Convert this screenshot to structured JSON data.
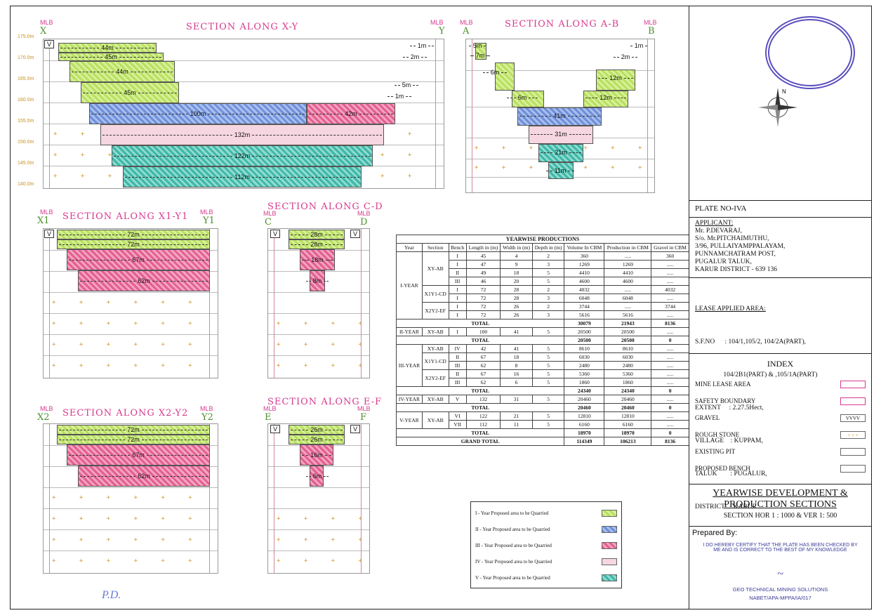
{
  "sections": {
    "xy": {
      "title": "SECTION ALONG X-Y",
      "left_mlb": "MLB",
      "right_mlb": "MLB",
      "left_pt": "X",
      "right_pt": "Y",
      "dims": [
        "44m",
        "45m",
        "44m",
        "45m",
        "100m",
        "42m",
        "132m",
        "122m",
        "112m",
        "1m",
        "2m",
        "5m",
        "1m"
      ]
    },
    "ab": {
      "title": "SECTION ALONG A-B",
      "left_mlb": "MLB",
      "right_mlb": "MLB",
      "left_pt": "A",
      "right_pt": "B",
      "dims": [
        "5m",
        "7m",
        "6m",
        "6m",
        "1m",
        "2m",
        "12m",
        "12m",
        "41m",
        "31m",
        "21m",
        "11m"
      ]
    },
    "x1y1": {
      "title": "SECTION ALONG X1-Y1",
      "left_mlb": "MLB",
      "right_mlb": "MLB",
      "left_pt": "X1",
      "right_pt": "Y1",
      "dims": [
        "72m",
        "72m",
        "67m",
        "62m"
      ]
    },
    "cd": {
      "title": "SECTION ALONG C-D",
      "left_mlb": "MLB",
      "right_mlb": "MLB",
      "left_pt": "C",
      "right_pt": "D",
      "dims": [
        "28m",
        "28m",
        "18m",
        "8m"
      ]
    },
    "x2y2": {
      "title": "SECTION ALONG X2-Y2",
      "left_mlb": "MLB",
      "right_mlb": "MLB",
      "left_pt": "X2",
      "right_pt": "Y2",
      "dims": [
        "72m",
        "72m",
        "67m",
        "62m"
      ]
    },
    "ef": {
      "title": "SECTION ALONG E-F",
      "left_mlb": "MLB",
      "right_mlb": "MLB",
      "left_pt": "E",
      "right_pt": "F",
      "dims": [
        "26m",
        "26m",
        "16m",
        "6m"
      ]
    }
  },
  "rl_labels": [
    "175.0m",
    "170.0m",
    "165.0m",
    "160.0m",
    "155.0m",
    "150.0m",
    "145.0m",
    "140.0m"
  ],
  "table": {
    "caption": "YEARWISE PRODUCTIONS",
    "headers": [
      "Year",
      "Section",
      "Bench",
      "Length in (m)",
      "Width in (m)",
      "Depth in (m)",
      "Volume In CBM",
      "Production in CBM",
      "Gravel in CBM"
    ],
    "rows": [
      [
        "I-YEAR",
        "XY-AB",
        "I",
        "45",
        "4",
        "2",
        "360",
        ".....",
        "360"
      ],
      [
        "",
        "XY-AB",
        "I",
        "47",
        "9",
        "3",
        "1269",
        "1269",
        "....."
      ],
      [
        "",
        "XY-AB",
        "II",
        "49",
        "18",
        "5",
        "4410",
        "4410",
        "....."
      ],
      [
        "",
        "XY-AB",
        "III",
        "46",
        "20",
        "5",
        "4600",
        "4600",
        "....."
      ],
      [
        "",
        "X1Y1-CD",
        "I",
        "72",
        "28",
        "2",
        "4032",
        ".....",
        "4032"
      ],
      [
        "",
        "X1Y1-CD",
        "I",
        "72",
        "28",
        "3",
        "6048",
        "6048",
        "....."
      ],
      [
        "",
        "X2Y2-EF",
        "I",
        "72",
        "26",
        "2",
        "3744",
        ".....",
        "3744"
      ],
      [
        "",
        "X2Y2-EF",
        "I",
        "72",
        "26",
        "3",
        "5616",
        "5616",
        "....."
      ]
    ],
    "total1": [
      "TOTAL",
      "30079",
      "21943",
      "8136"
    ],
    "y2": [
      "II-YEAR",
      "XY-AB",
      "I",
      "100",
      "41",
      "5",
      "20500",
      "20500",
      "....."
    ],
    "total2": [
      "TOTAL",
      "20500",
      "20500",
      "0"
    ],
    "y3": [
      [
        "III-YEAR",
        "XY-AB",
        "IV",
        "42",
        "41",
        "5",
        "8610",
        "8610",
        "....."
      ],
      [
        "",
        "X1Y1-CD",
        "II",
        "67",
        "18",
        "5",
        "6030",
        "6030",
        "....."
      ],
      [
        "",
        "X1Y1-CD",
        "III",
        "62",
        "8",
        "5",
        "2480",
        "2480",
        "....."
      ],
      [
        "",
        "X2Y2-EF",
        "II",
        "67",
        "16",
        "5",
        "5360",
        "5360",
        "....."
      ],
      [
        "",
        "X2Y2-EF",
        "III",
        "62",
        "6",
        "5",
        "1860",
        "1860",
        "....."
      ]
    ],
    "total3": [
      "TOTAL",
      "24340",
      "24340",
      "0"
    ],
    "y4": [
      "IV-YEAR",
      "XY-AB",
      "V",
      "132",
      "31",
      "5",
      "20460",
      "20460",
      "....."
    ],
    "total4": [
      "TOTAL",
      "20460",
      "20460",
      "0"
    ],
    "y5": [
      [
        "V-YEAR",
        "XY-AB",
        "VI",
        "122",
        "21",
        "5",
        "12810",
        "12810",
        "....."
      ],
      [
        "",
        "XY-AB",
        "VII",
        "112",
        "11",
        "5",
        "6160",
        "6160",
        "....."
      ]
    ],
    "total5": [
      "TOTAL",
      "18970",
      "18970",
      "0"
    ],
    "grand": [
      "GRAND TOTAL",
      "114349",
      "106213",
      "8136"
    ]
  },
  "legend": [
    {
      "label": "I - Year Proposed area to be Quarried",
      "color": "#b8e060"
    },
    {
      "label": "II - Year Proposed area to be Quarried",
      "color": "#6f90d8"
    },
    {
      "label": "III - Year Proposed area to be Quarried",
      "color": "#e2608f"
    },
    {
      "label": "IV - Year Proposed area to be Quarried",
      "color": "#f6d6e0"
    },
    {
      "label": "V - Year Proposed area to be Quarried",
      "color": "#3fb7a8"
    }
  ],
  "sidebar": {
    "plate": "PLATE NO-IVA",
    "applicant_heading": "APPLICANT:",
    "applicant_lines": [
      "Mr. P.DEVARAJ,",
      "S/o. Mr.PITCHAIMUTHU,",
      "3/96, PULLAIYAMPPALAYAM,",
      "PUNNAMCHATRAM POST,",
      "PUGALUR TALUK,",
      "KARUR DISTRICT - 639 136"
    ],
    "lease_heading": "LEASE APPLIED AREA:",
    "lease_lines": [
      "S.F.NO      : 104/1,105/2, 104/2A(PART),",
      "                 104/2B1(PART) & ,105/1A(PART)",
      "EXTENT     : 2.27.5Hect,",
      "VILLAGE    : KUPPAM,",
      "TALUK        : PUGALUR,",
      "DISTRICT   : KARUR."
    ],
    "index_heading": "INDEX",
    "index_items": [
      {
        "label": "MINE LEASE AREA",
        "symbol": ""
      },
      {
        "label": "SAFETY BOUNDARY",
        "symbol": ""
      },
      {
        "label": "GRAVEL",
        "symbol": "VVVV"
      },
      {
        "label": "ROUGH STONE",
        "symbol": "+ + +"
      },
      {
        "label": "EXISTING PIT",
        "symbol": ""
      },
      {
        "label": "PROPOSED BENCH",
        "symbol": ""
      }
    ],
    "title_line1": "YEARWISE DEVELOPMENT &",
    "title_line2": "PRODUCTION SECTIONS",
    "scale": "SECTION HOR 1 : 1000 & VER 1: 500",
    "prepared": "Prepared By:",
    "certify": "I DO HEREBY CERTIFY THAT THE PLATE HAS BEEN CHECKED BY ME AND IS CORRECT TO THE BEST OF MY KNOWLEDGE",
    "firm": "GEO TECHNICAL MINING SOLUTIONS",
    "nabet": "NABET/APA-MPPA/IA/017",
    "north": "N"
  }
}
